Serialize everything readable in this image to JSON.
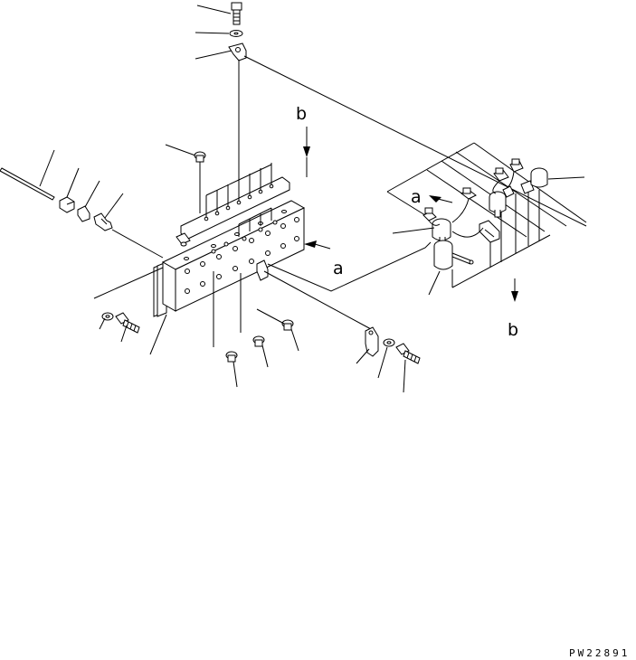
{
  "diagram": {
    "callouts": {
      "a_upper": "a",
      "a_lower": "a",
      "b_upper": "b",
      "b_lower": "b"
    },
    "figure_code": "PW22891"
  }
}
